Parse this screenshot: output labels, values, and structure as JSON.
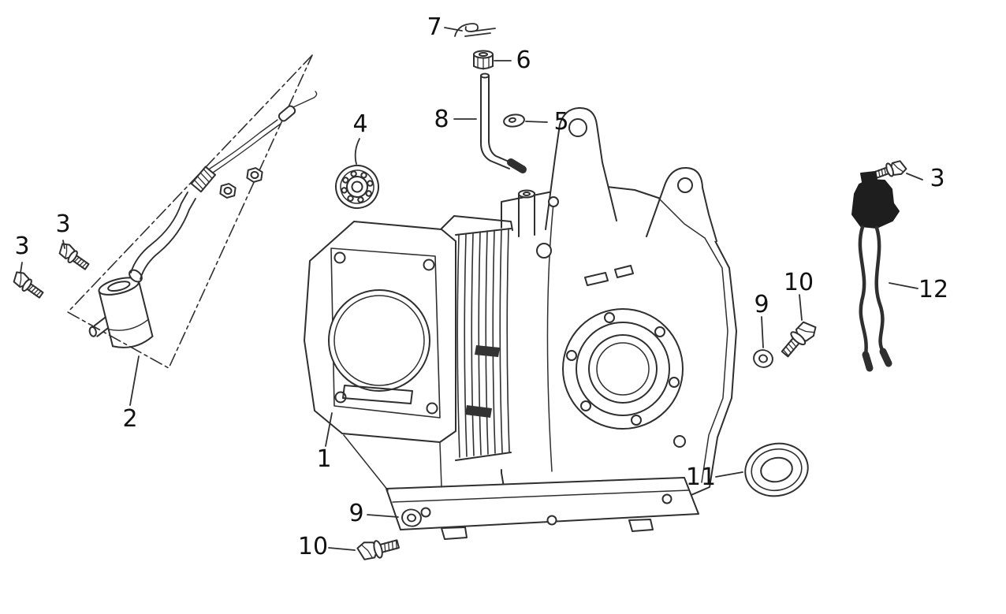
{
  "diagram": {
    "type": "exploded-parts-diagram",
    "subject": "engine cylinder block and crankcase",
    "ink_color": "#2f2f2f",
    "background_color": "#ffffff",
    "coil_fill_color": "#1e1e1e"
  },
  "callouts": [
    {
      "num": "1",
      "part": "cylinder-crankcase-block"
    },
    {
      "num": "2",
      "part": "breather-tube-assembly"
    },
    {
      "num": "3",
      "part": "flange-bolt-left-lower"
    },
    {
      "num": "3",
      "part": "flange-bolt-left-upper"
    },
    {
      "num": "3",
      "part": "flange-bolt-right"
    },
    {
      "num": "4",
      "part": "ball-bearing"
    },
    {
      "num": "5",
      "part": "sealing-washer"
    },
    {
      "num": "6",
      "part": "breather-cap"
    },
    {
      "num": "7",
      "part": "wire-clip"
    },
    {
      "num": "8",
      "part": "breather-pipe"
    },
    {
      "num": "9",
      "part": "plain-washer-right"
    },
    {
      "num": "10",
      "part": "flange-bolt-right"
    },
    {
      "num": "11",
      "part": "oil-seal"
    },
    {
      "num": "12",
      "part": "ignition-coil-with-wires"
    },
    {
      "num": "9",
      "part": "plain-washer-bottom"
    },
    {
      "num": "10",
      "part": "flange-bolt-bottom"
    }
  ]
}
